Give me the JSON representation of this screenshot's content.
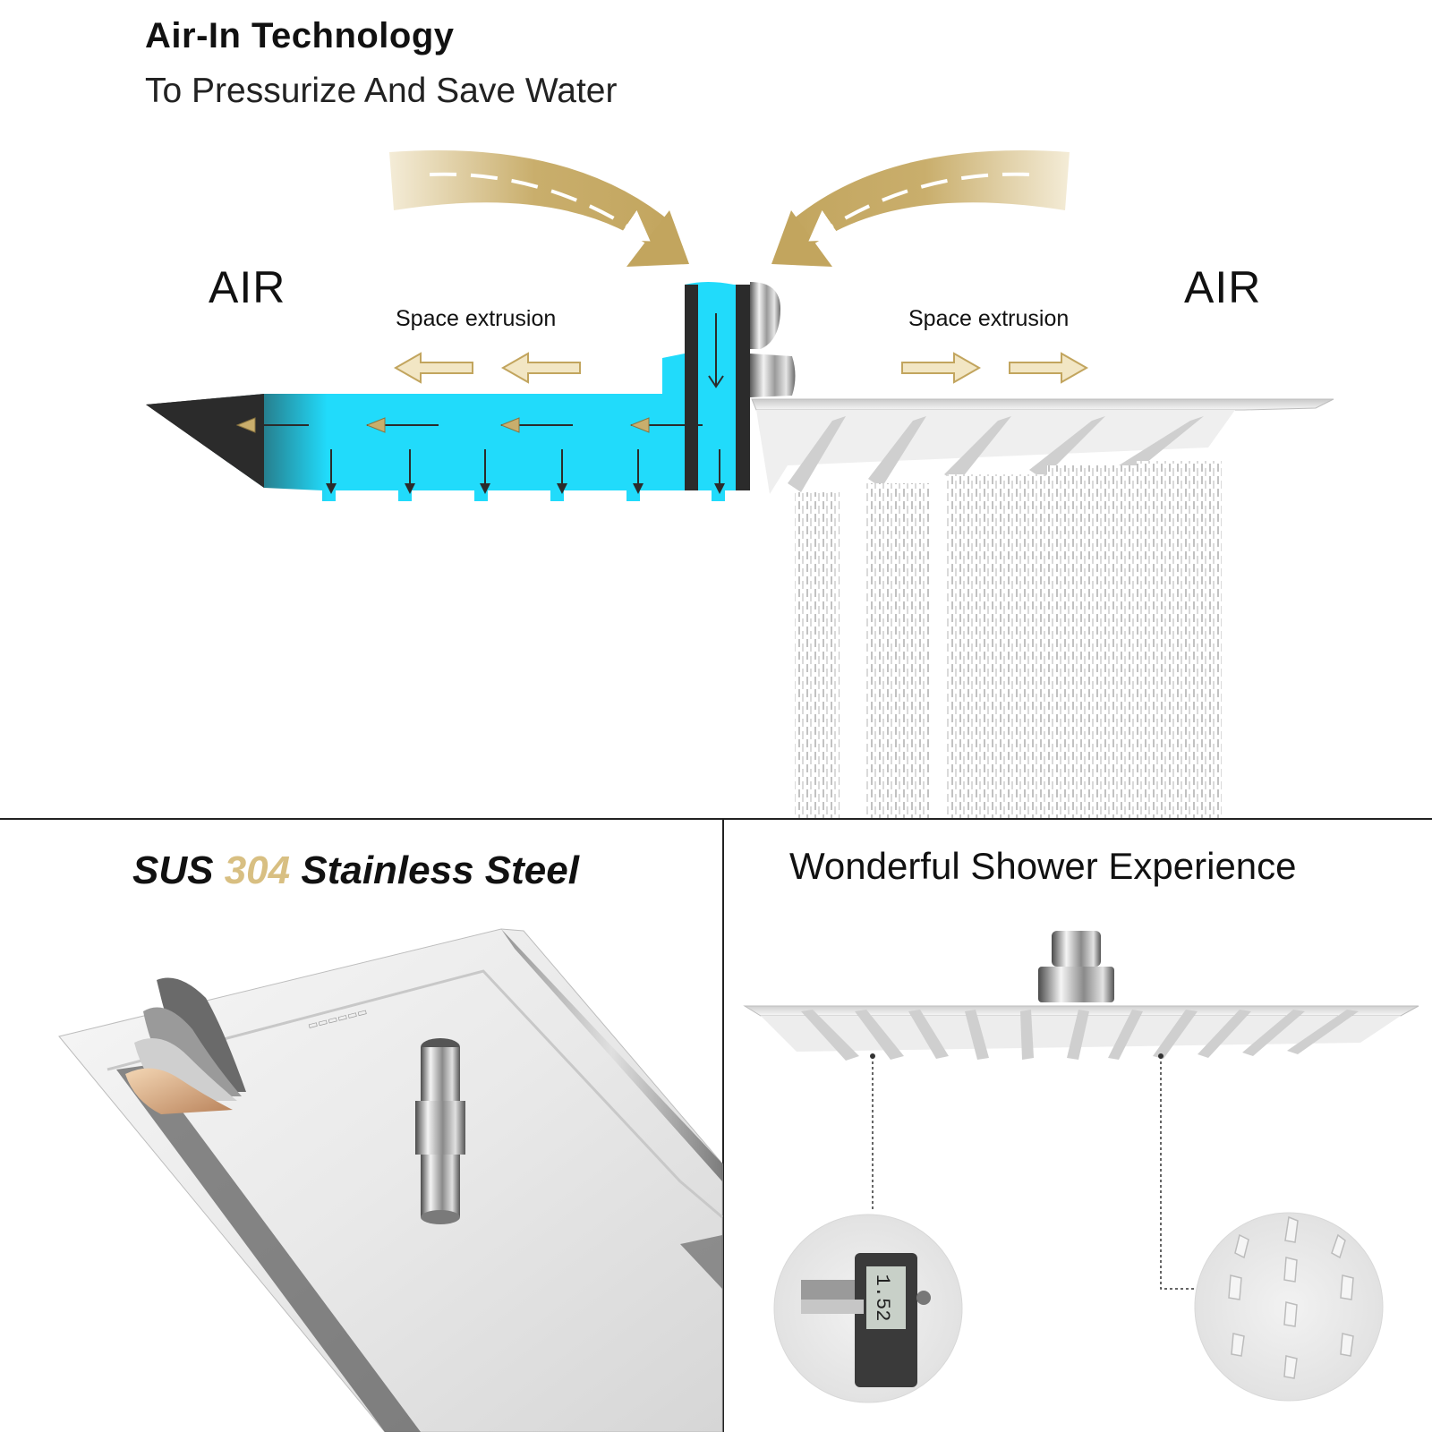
{
  "header": {
    "title": "Air-In Technology",
    "subtitle": "To Pressurize And Save Water"
  },
  "diagram": {
    "air_left": "AIR",
    "air_right": "AIR",
    "space_left": "Space extrusion",
    "space_right": "Space extrusion"
  },
  "panel_steel": {
    "title_part1": "SUS ",
    "title_highlight": "304",
    "title_part2": " Stainless Steel"
  },
  "panel_experience": {
    "title": "Wonderful Shower Experience"
  },
  "colors": {
    "water_cyan": "#21dbfb",
    "gold_arrow": "#c9ae6c",
    "highlight_gold": "#d8bf82",
    "divider": "#222222"
  }
}
